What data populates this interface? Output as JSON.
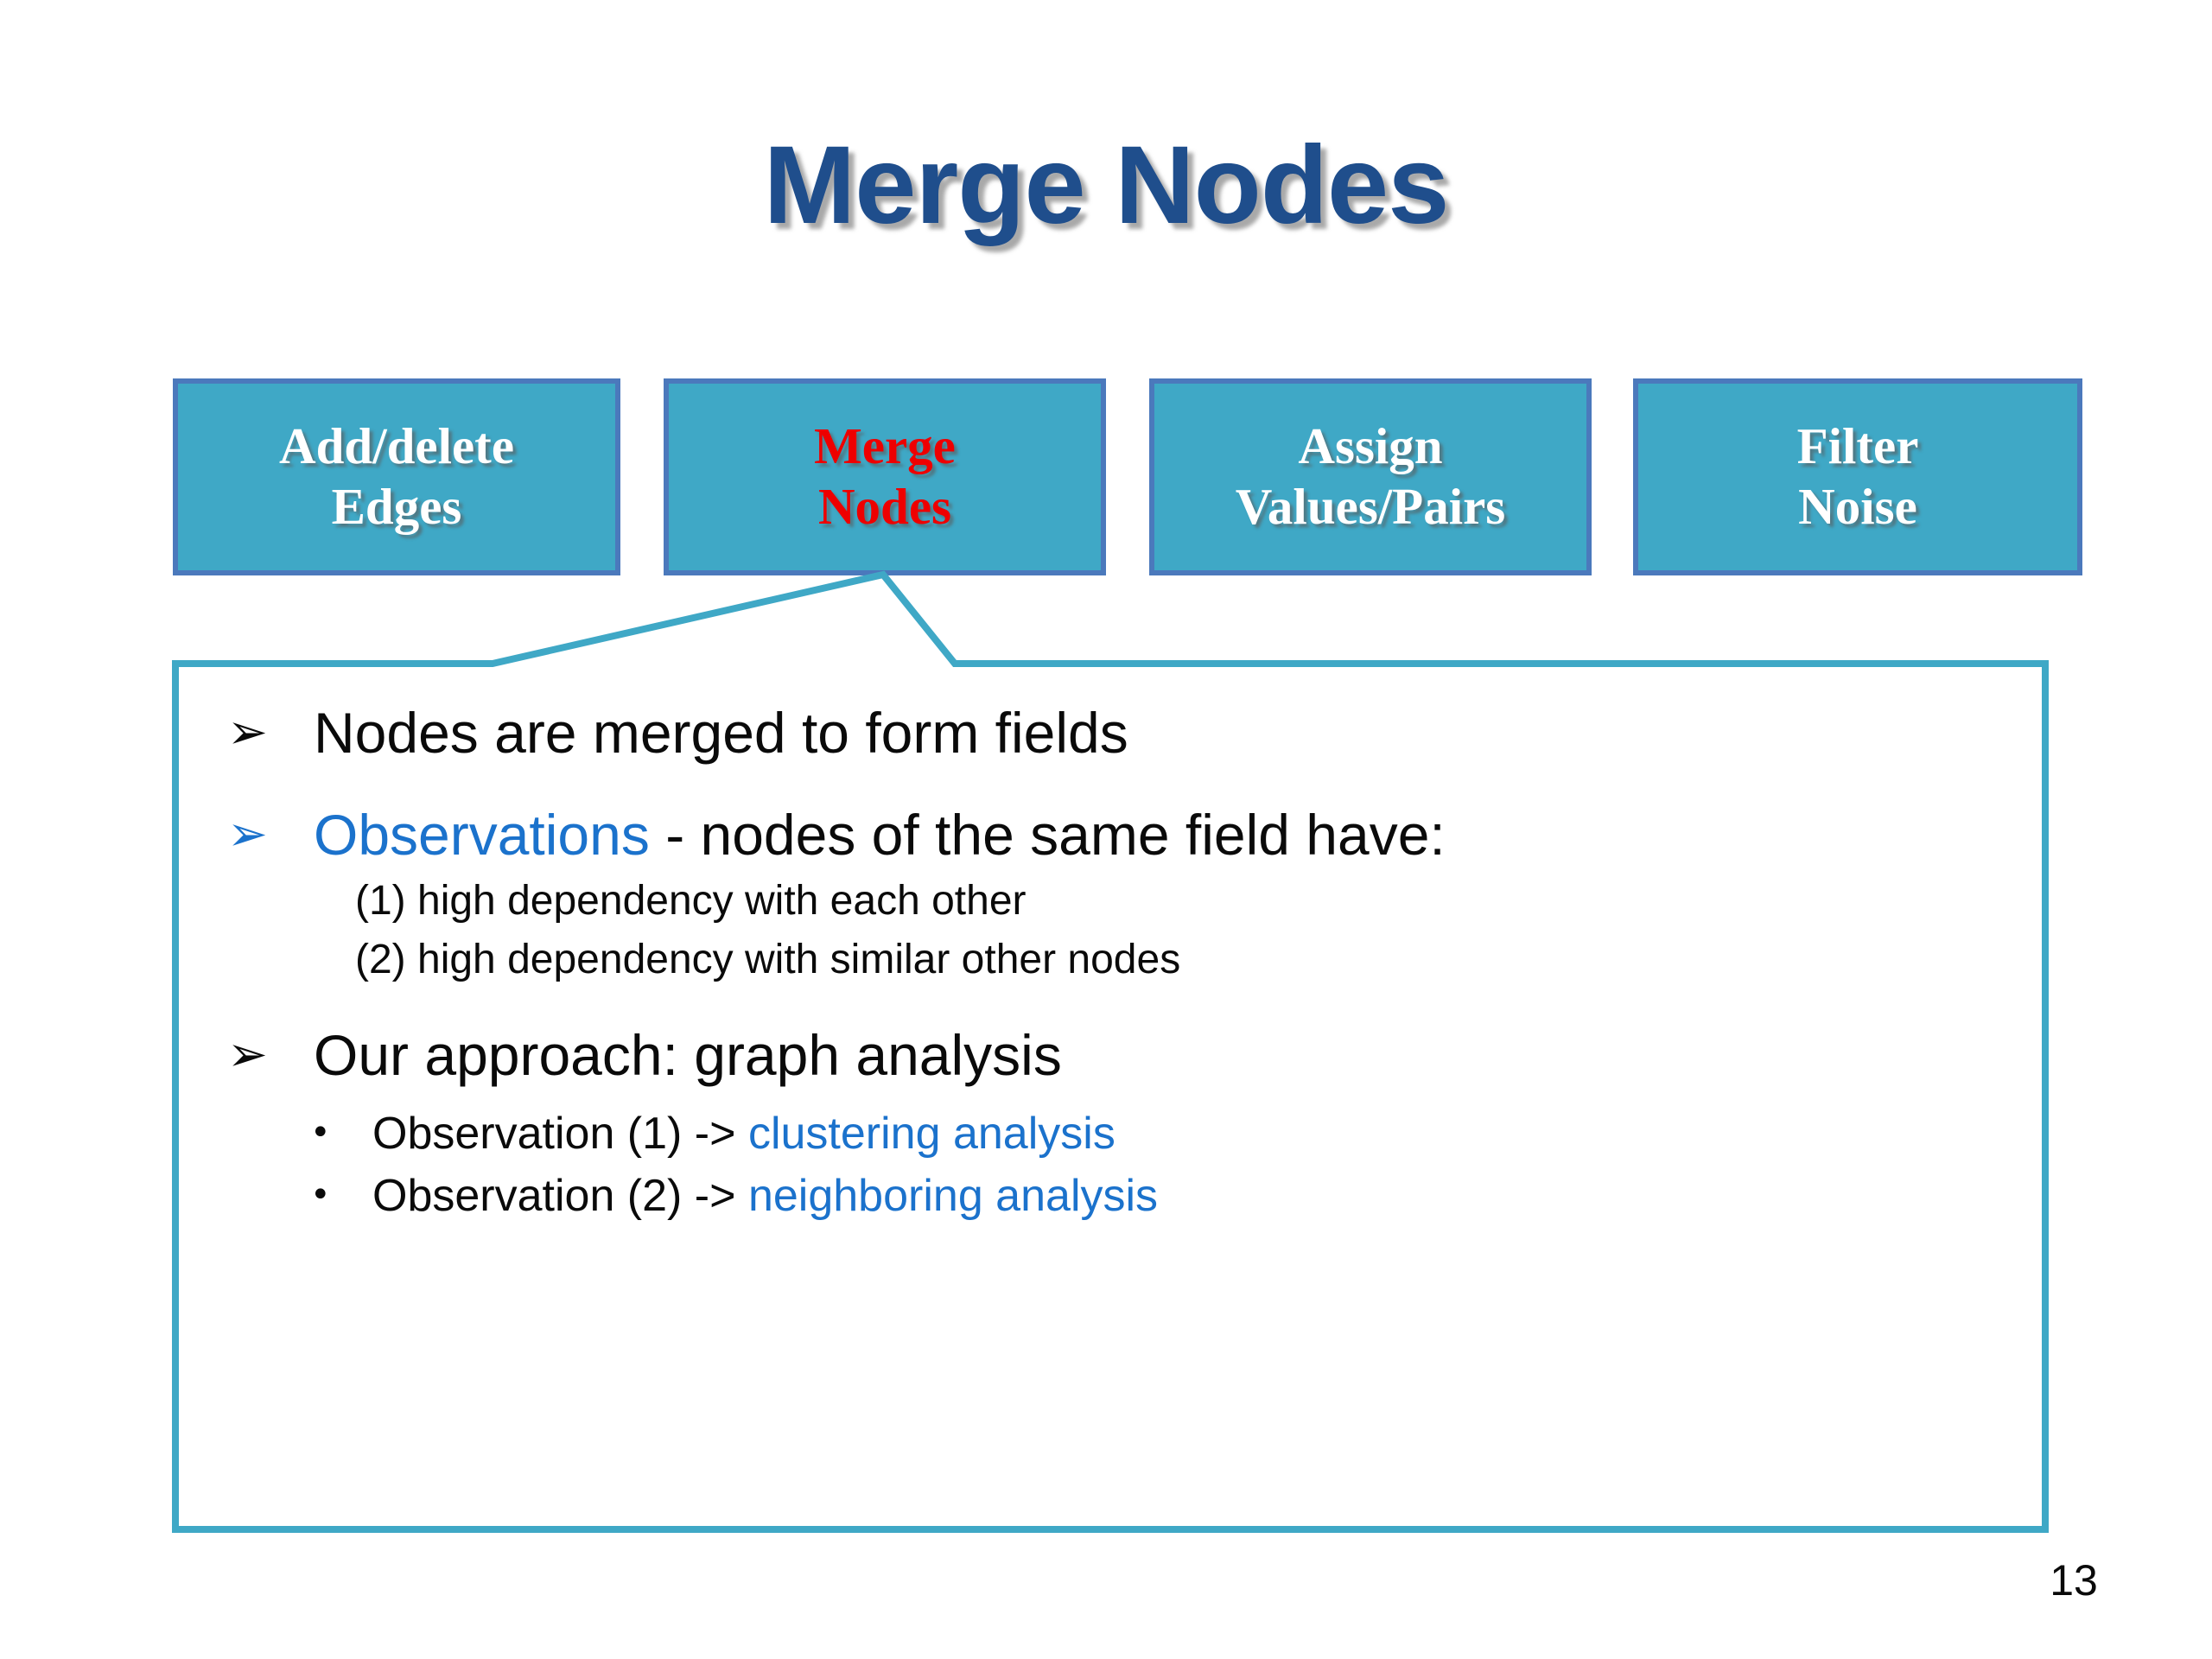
{
  "slide": {
    "title": "Merge Nodes",
    "title_color": "#1F4E8C",
    "page_number": "13",
    "background": "#FFFFFF"
  },
  "nav": {
    "box_fill": "#3FA8C6",
    "box_border": "#4B79BC",
    "active_text_color": "#EE0000",
    "inactive_text_color": "#FFFFFF",
    "items": [
      {
        "line1": "Add/delete",
        "line2": "Edges",
        "active": false
      },
      {
        "line1": "Merge",
        "line2": "Nodes",
        "active": true
      },
      {
        "line1": "Assign",
        "line2": "Values/Pairs",
        "active": false
      },
      {
        "line1": "Filter",
        "line2": "Noise",
        "active": false
      }
    ]
  },
  "callout": {
    "border_color": "#3FA8C6",
    "fill_color": "#FFFFFF"
  },
  "body": {
    "accent_color": "#1B72CC",
    "text_color": "#0A0A0A",
    "bullet_marker": "➢",
    "sub_bullet_marker": "•",
    "bullet1": "Nodes are merged to form fields",
    "bullet2_accent": "Observations",
    "bullet2_rest": " - nodes of the same field have:",
    "sub_items": [
      "(1) high dependency with each other",
      "(2) high dependency with similar other nodes"
    ],
    "bullet3": "Our approach: graph analysis",
    "approach_items": [
      {
        "prefix": "Observation (1) -> ",
        "accent": "clustering analysis"
      },
      {
        "prefix": "Observation (2) -> ",
        "accent": "neighboring analysis"
      }
    ]
  }
}
